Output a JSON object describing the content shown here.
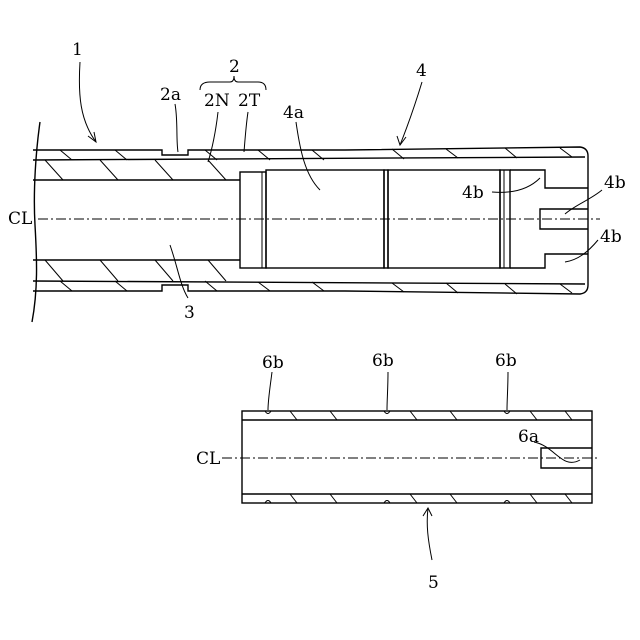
{
  "figure": {
    "top_view": {
      "labels": {
        "hose": "1",
        "layer": "2",
        "groove": "2a",
        "inner_layer": "2N",
        "outer_layer": "2T",
        "fitting": "4",
        "fitting_bore": "4a",
        "slit_upper": "4b",
        "slit_mid": "4b",
        "slit_lower": "4b",
        "tube": "3",
        "centerline": "CL"
      }
    },
    "bottom_view": {
      "labels": {
        "mark_1": "6b",
        "mark_2": "6b",
        "mark_3": "6b",
        "slot": "6a",
        "centerline": "CL",
        "sleeve": "5"
      }
    }
  }
}
